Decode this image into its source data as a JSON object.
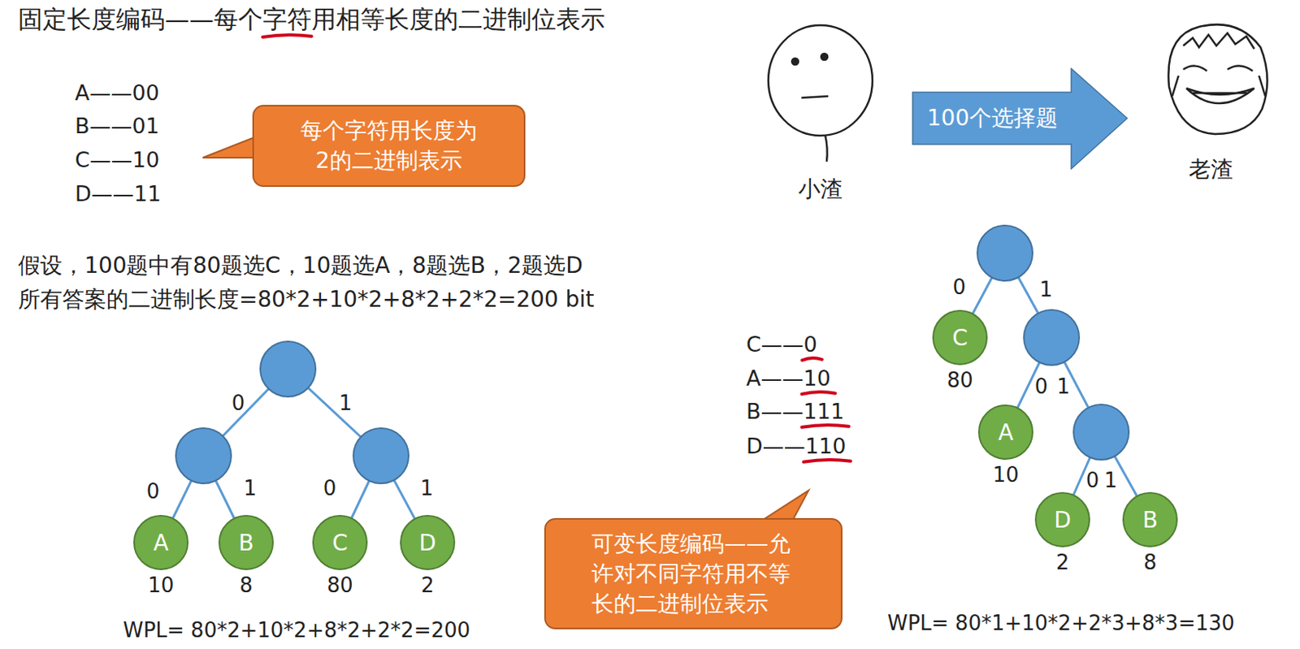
{
  "diagram": {
    "title": "固定长度编码——每个字符用相等长度的二进制位表示",
    "nodes": [
      {
        "text": [
          "每个字符用长度为2的二进制表示"
        ]
      },
      {
        "text": [
          "100个选择题"
        ]
      },
      {
        "text": [
          "A",
          "10"
        ]
      },
      {
        "text": [
          "B",
          "8"
        ]
      },
      {
        "text": [
          "C",
          "80"
        ]
      },
      {
        "text": [
          "D",
          "2"
        ]
      },
      {
        "text": [
          "可变长度编码——允许对不同字符用不等长的二进制位表示"
        ]
      },
      {
        "text": [
          "C",
          "80"
        ]
      },
      {
        "text": [
          "A",
          "10"
        ]
      },
      {
        "text": [
          "D",
          "2"
        ]
      },
      {
        "text": [
          "B",
          "8"
        ]
      }
    ],
    "labels": [
      "A——00",
      "B——01",
      "C——10",
      "D——11",
      "小渣",
      "老渣",
      "假设，100题中有80题选C，10题选A，8题选B，2题选D",
      "所有答案的二进制长度=80*2+10*2+8*2+2*2=200 bit",
      "0",
      "1",
      "0",
      "1",
      "0",
      "1",
      "WPL= 80*2+10*2+8*2+2*2=200",
      "C——0",
      "A——10",
      "B——111",
      "D——110",
      "0",
      "1",
      "0",
      "1",
      "0",
      "1",
      "WPL= 80*1+10*2+2*3+8*3=130"
    ]
  }
}
